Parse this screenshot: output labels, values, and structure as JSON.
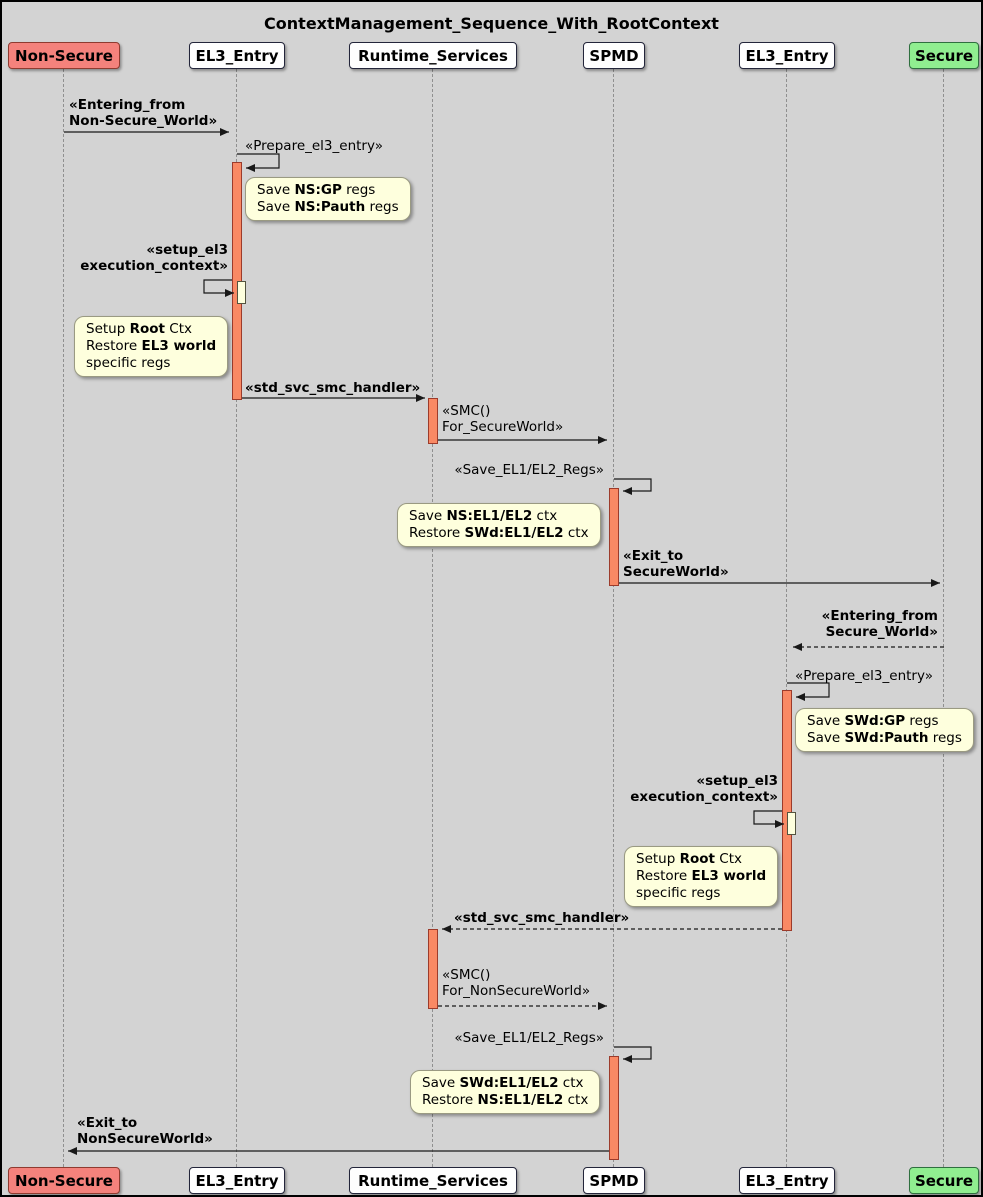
{
  "title": "ContextManagement_Sequence_With_RootContext",
  "participants": {
    "non_secure": "Non-Secure",
    "el3_entry_left": "EL3_Entry",
    "runtime_services": "Runtime_Services",
    "spmd": "SPMD",
    "el3_entry_right": "EL3_Entry",
    "secure": "Secure"
  },
  "messages": {
    "entering_from_ns": "«Entering_from\nNon-Secure_World»",
    "prepare_el3_entry_1": "«Prepare_el3_entry»",
    "setup_el3_1": "«setup_el3\nexecution_context»",
    "std_svc_smc_handler_1": "«std_svc_smc_handler»",
    "smc_for_secure": "«SMC()\nFor_SecureWorld»",
    "save_el1_el2_regs_1": "«Save_EL1/EL2_Regs»",
    "exit_to_secure": "«Exit_to\nSecureWorld»",
    "entering_from_secure": "«Entering_from\nSecure_World»",
    "prepare_el3_entry_2": "«Prepare_el3_entry»",
    "setup_el3_2": "«setup_el3\nexecution_context»",
    "std_svc_smc_handler_2": "«std_svc_smc_handler»",
    "smc_for_nonsecure": "«SMC()\nFor_NonSecureWorld»",
    "save_el1_el2_regs_2": "«Save_EL1/EL2_Regs»",
    "exit_to_nonsecure": "«Exit_to\nNonSecureWorld»"
  },
  "notes": {
    "save_ns_gp": [
      [
        {
          "t": "Save "
        },
        {
          "t": "NS:GP",
          "b": true
        },
        {
          "t": " regs"
        }
      ],
      [
        {
          "t": "Save "
        },
        {
          "t": "NS:Pauth",
          "b": true
        },
        {
          "t": " regs"
        }
      ]
    ],
    "setup_root_ctx_left": [
      [
        {
          "t": "Setup "
        },
        {
          "t": "Root",
          "b": true
        },
        {
          "t": " Ctx"
        }
      ],
      [
        {
          "t": "Restore "
        },
        {
          "t": "EL3 world",
          "b": true
        }
      ],
      [
        {
          "t": "specific regs"
        }
      ]
    ],
    "save_ns_el1el2": [
      [
        {
          "t": "Save "
        },
        {
          "t": "NS:EL1/EL2",
          "b": true
        },
        {
          "t": " ctx"
        }
      ],
      [
        {
          "t": "Restore "
        },
        {
          "t": "SWd:EL1/EL2",
          "b": true
        },
        {
          "t": " ctx"
        }
      ]
    ],
    "save_swd_gp": [
      [
        {
          "t": "Save "
        },
        {
          "t": "SWd:GP",
          "b": true
        },
        {
          "t": " regs"
        }
      ],
      [
        {
          "t": "Save "
        },
        {
          "t": "SWd:Pauth",
          "b": true
        },
        {
          "t": " regs"
        }
      ]
    ],
    "setup_root_ctx_right": [
      [
        {
          "t": "Setup "
        },
        {
          "t": "Root",
          "b": true
        },
        {
          "t": " Ctx"
        }
      ],
      [
        {
          "t": "Restore "
        },
        {
          "t": "EL3 world",
          "b": true
        }
      ],
      [
        {
          "t": "specific regs"
        }
      ]
    ],
    "save_swd_el1el2": [
      [
        {
          "t": "Save "
        },
        {
          "t": "SWd:EL1/EL2",
          "b": true
        },
        {
          "t": " ctx"
        }
      ],
      [
        {
          "t": "Restore "
        },
        {
          "t": "NS:EL1/EL2",
          "b": true
        },
        {
          "t": " ctx"
        }
      ]
    ]
  },
  "colors": {
    "background": "#d3d3d3",
    "non_secure_fill": "#f4827c",
    "secure_fill": "#90ee90",
    "activation_fill": "#f98964",
    "note_fill": "#feffdd",
    "arrow": "#181818"
  }
}
